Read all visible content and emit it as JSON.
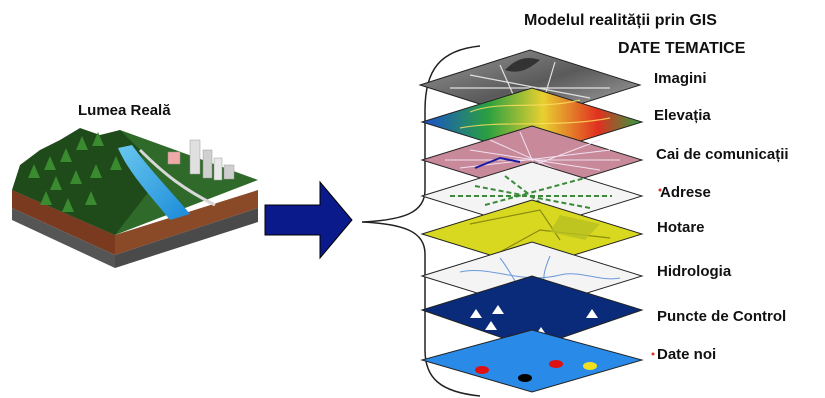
{
  "title": "Modelul realității prin GIS",
  "subtitle": "DATE TEMATICE",
  "left_label": "Lumea Reală",
  "layers": [
    {
      "label": "Imagini"
    },
    {
      "label": "Elevația"
    },
    {
      "label": "Cai de comunicații"
    },
    {
      "label": "Adrese"
    },
    {
      "label": "Hotare"
    },
    {
      "label": "Hidrologia"
    },
    {
      "label": "Puncte de Control"
    },
    {
      "label": "Date noi"
    }
  ],
  "colors": {
    "arrow": "#0a1a8a",
    "elevation_low": "#1a4fd0",
    "elevation_mid": "#2aa040",
    "elevation_high": "#e03020",
    "boundaries": "#d8d820",
    "control_points": "#0a2a7a",
    "new_data": "#2a8ae8",
    "point_red": "#e01010",
    "point_black": "#000000",
    "point_yellow": "#f0e020"
  }
}
